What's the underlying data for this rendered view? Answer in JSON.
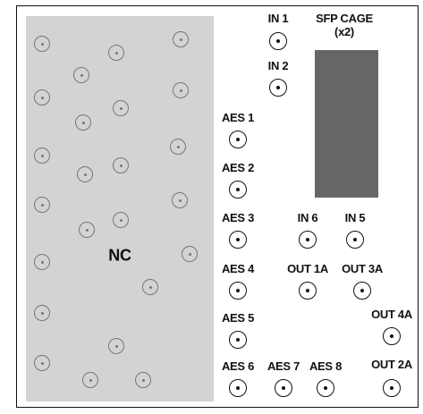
{
  "panel": {
    "nc_label": "NC",
    "sfp_label_line1": "SFP CAGE",
    "sfp_label_line2": "(x2)"
  },
  "ports": {
    "in1": "IN 1",
    "in2": "IN 2",
    "in5": "IN 5",
    "in6": "IN 6",
    "aes1": "AES 1",
    "aes2": "AES 2",
    "aes3": "AES 3",
    "aes4": "AES 4",
    "aes5": "AES 5",
    "aes6": "AES 6",
    "aes7": "AES 7",
    "aes8": "AES 8",
    "out1a": "OUT 1A",
    "out2a": "OUT 2A",
    "out3a": "OUT 3A",
    "out4a": "OUT 4A"
  }
}
